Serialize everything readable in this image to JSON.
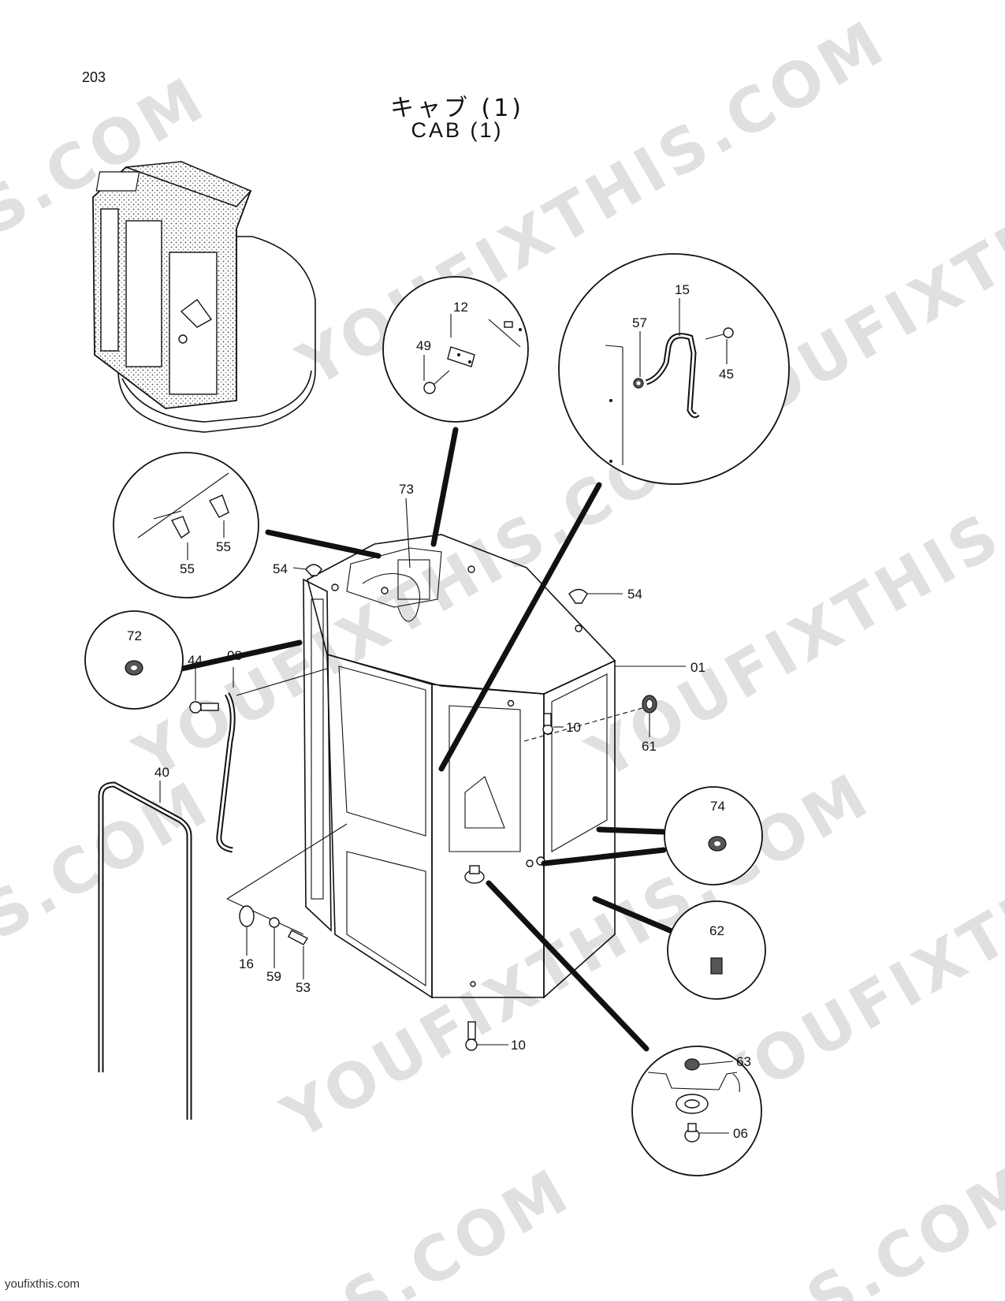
{
  "page": {
    "number": "203",
    "title_jp": "キャブ (1)",
    "title_en": "CAB (1)",
    "footer": "youfixthis.com"
  },
  "watermark": {
    "text_short": "S.COM",
    "text_long": "YOUFIXTHIS.COM"
  },
  "labels": {
    "l01": "01",
    "l06": "06",
    "l08": "08",
    "l10a": "10",
    "l10b": "10",
    "l12": "12",
    "l15": "15",
    "l16": "16",
    "l40": "40",
    "l44": "44",
    "l45": "45",
    "l49": "49",
    "l53": "53",
    "l54a": "54",
    "l54b": "54",
    "l55a": "55",
    "l55b": "55",
    "l57": "57",
    "l59": "59",
    "l61": "61",
    "l62": "62",
    "l63": "63",
    "l72": "72",
    "l73": "73",
    "l74": "74"
  }
}
